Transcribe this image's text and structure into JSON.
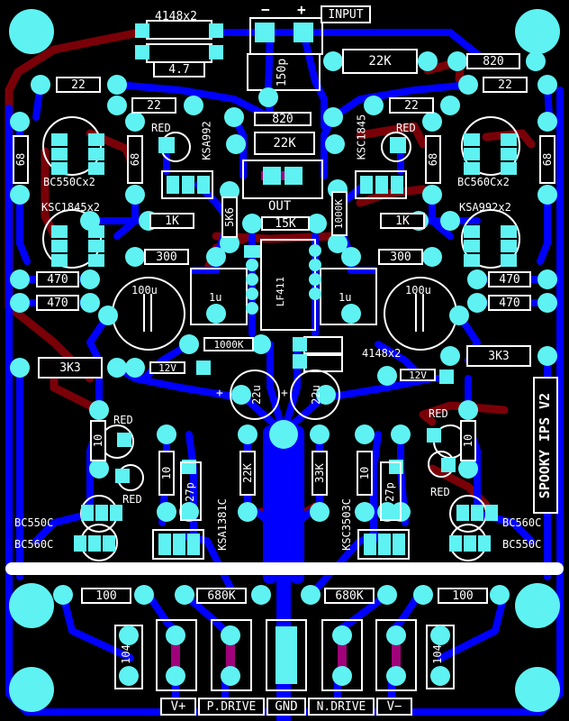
{
  "title": "SPOOKY IPS V2",
  "input": {
    "label": "INPUT",
    "minus": "−",
    "plus": "+"
  },
  "out": "OUT",
  "ic": "LF411",
  "res": {
    "r4_7": "4.7",
    "r22k_top": "22K",
    "r820_right": "820",
    "r22_l": "22",
    "r22_r": "22",
    "r22_l2": "22",
    "r22_r2": "22",
    "r820_mid": "820",
    "r22k_mid": "22K",
    "r68_1": "68",
    "r68_2": "68",
    "r68_3": "68",
    "r68_4": "68",
    "r1k_l": "1K",
    "r1k_r": "1K",
    "r5k6": "5K6",
    "r15k": "15K",
    "r1000k_v": "1000K",
    "r300_l": "300",
    "r300_r": "300",
    "r470_1": "470",
    "r470_2": "470",
    "r470_3": "470",
    "r470_4": "470",
    "r1000k_h": "1000K",
    "r3k3_l": "3K3",
    "r3k3_r": "3K3",
    "r10_1": "10",
    "r10_2": "10",
    "r10_3": "10",
    "r10_4": "10",
    "r22k_low": "22K",
    "r33k": "33K",
    "r100_l": "100",
    "r100_r": "100",
    "r680k_l": "680K",
    "r680k_r": "680K"
  },
  "caps": {
    "c150p": "150p",
    "c1u_l": "1u",
    "c1u_r": "1u",
    "c100u_l": "100u",
    "c100u_r": "100u",
    "c22u_l": "22u",
    "c22u_r": "22u",
    "c27p_l": "27p",
    "c27p_r": "27p",
    "c104_l": "104",
    "c104_r": "104"
  },
  "zeners": {
    "z12_l": "12V",
    "z12_r": "12V"
  },
  "diodes": {
    "d_top": "4148x2",
    "d_mid": "4148x2"
  },
  "leds": {
    "red1": "RED",
    "red2": "RED",
    "red3": "RED",
    "red4": "RED",
    "red5": "RED"
  },
  "transistors": {
    "ksa992": "KSA992",
    "ksc1845": "KSC1845",
    "bc550x2": "BC550Cx2",
    "bc560x2": "BC560Cx2",
    "ksc1845x2": "KSC1845x2",
    "ksa992x2": "KSA992x2",
    "bc550c_l": "BC550C",
    "bc560c_l": "BC560C",
    "bc560c_r": "BC560C",
    "bc550c_r": "BC550C",
    "ksa1381c": "KSA1381C",
    "ksc3503c": "KSC3503C"
  },
  "terminals": {
    "vplus": "V+",
    "pdrive": "P.DRIVE",
    "gnd": "GND",
    "ndrive": "N.DRIVE",
    "vminus": "V−"
  },
  "polarity": {
    "plus_l": "+",
    "plus_r": "+"
  },
  "colors": {
    "board": "#000000",
    "copper_top": "#0000ff",
    "copper_bottom": "#8b0000",
    "pad": "#5ff2f2",
    "silk": "#ffffff"
  }
}
